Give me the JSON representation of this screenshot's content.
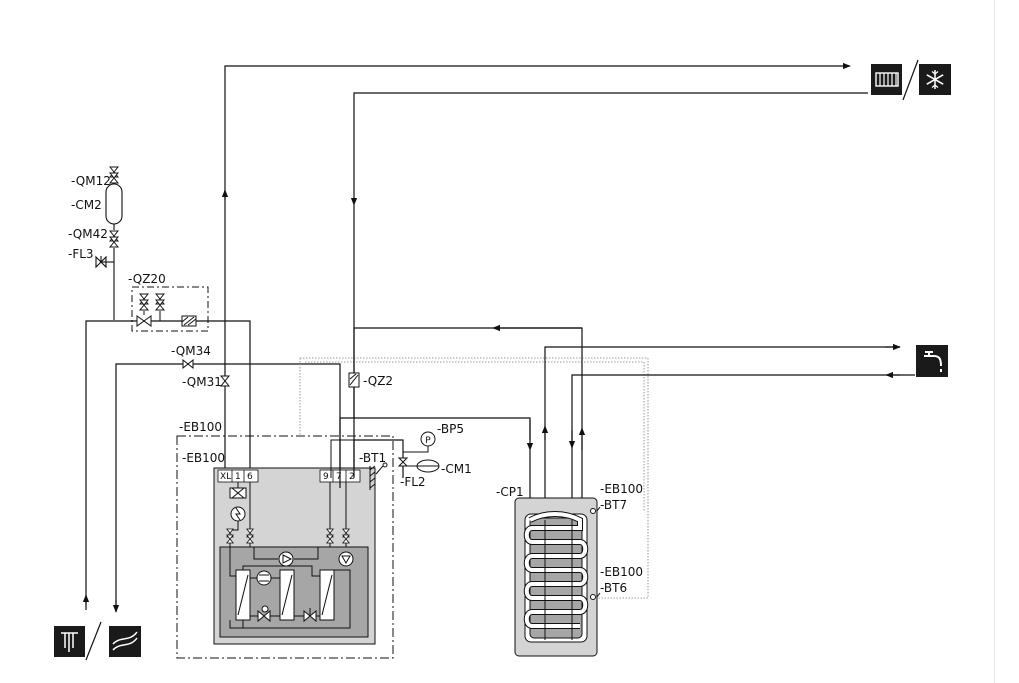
{
  "labels": {
    "qm12": "-QM12",
    "cm2": "-CM2",
    "qm42": "-QM42",
    "fl3": "-FL3",
    "qz20": "-QZ20",
    "qm34": "-QM34",
    "qm31": "-QM31",
    "qz2": "-QZ2",
    "eb100_outer": "-EB100",
    "eb100_inner": "-EB100",
    "bt1": "-BT1",
    "bp5": "-BP5",
    "cm1": "-CM1",
    "fl2": "-FL2",
    "cp1": "-CP1",
    "eb100_bt7": "-EB100",
    "bt7": "-BT7",
    "eb100_bt6": "-EB100",
    "bt6": "-BT6"
  },
  "connector": {
    "xl": "XL",
    "n1": "1",
    "n6": "6",
    "n9": "9",
    "n7": "7",
    "n2": "2"
  },
  "gauge_letter": "P",
  "colors": {
    "line": "#111111",
    "icon_bg": "#1a1a1a",
    "unit_fill": "#d4d4d4",
    "inner_fill": "#a6a6a6",
    "tank_fill": "#d4d4d4",
    "dotted": "#999999"
  },
  "icons": [
    "radiator-icon",
    "snowflake-icon",
    "water-tap-icon",
    "ground-collector-icon",
    "ground-coil-icon"
  ]
}
